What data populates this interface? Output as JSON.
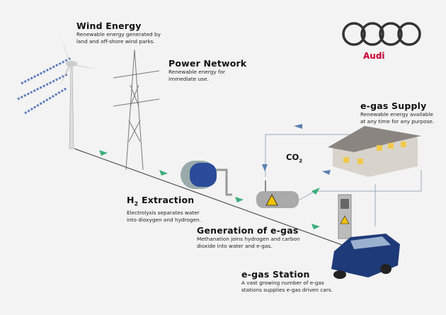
{
  "brand": {
    "name": "Audi",
    "color": "#cc0033"
  },
  "sections": {
    "wind": {
      "title": "Wind Energy",
      "desc": [
        "Renewable energy generated by",
        "land and off-shore wind parks."
      ]
    },
    "power": {
      "title": "Power Network",
      "desc": [
        "Renewable energy for",
        "immediate use."
      ]
    },
    "supply": {
      "title": "e-gas Supply",
      "desc": [
        "Renewable energy available",
        "at any time for any purpose."
      ]
    },
    "h2": {
      "title_main": "H",
      "title_sub": "2",
      "title_rest": " Extraction",
      "desc": [
        "Electrolysis separates water",
        "into dioxygen and hydrogen."
      ]
    },
    "generation": {
      "title": "Generation of e-gas",
      "desc": [
        "Methanation joins hydrogen and carbon",
        "dioxide into water and e-gas."
      ]
    },
    "station": {
      "title": "e-gas Station",
      "desc": [
        "A vast growing number of e-gas",
        "stations supplies e-gas driven cars."
      ]
    }
  },
  "co2": {
    "main": "CO",
    "sub": "2"
  },
  "colors": {
    "arrow_green": "#3aae7a",
    "arrow_blue": "#5b7fb0",
    "car": "#1e3a78"
  }
}
